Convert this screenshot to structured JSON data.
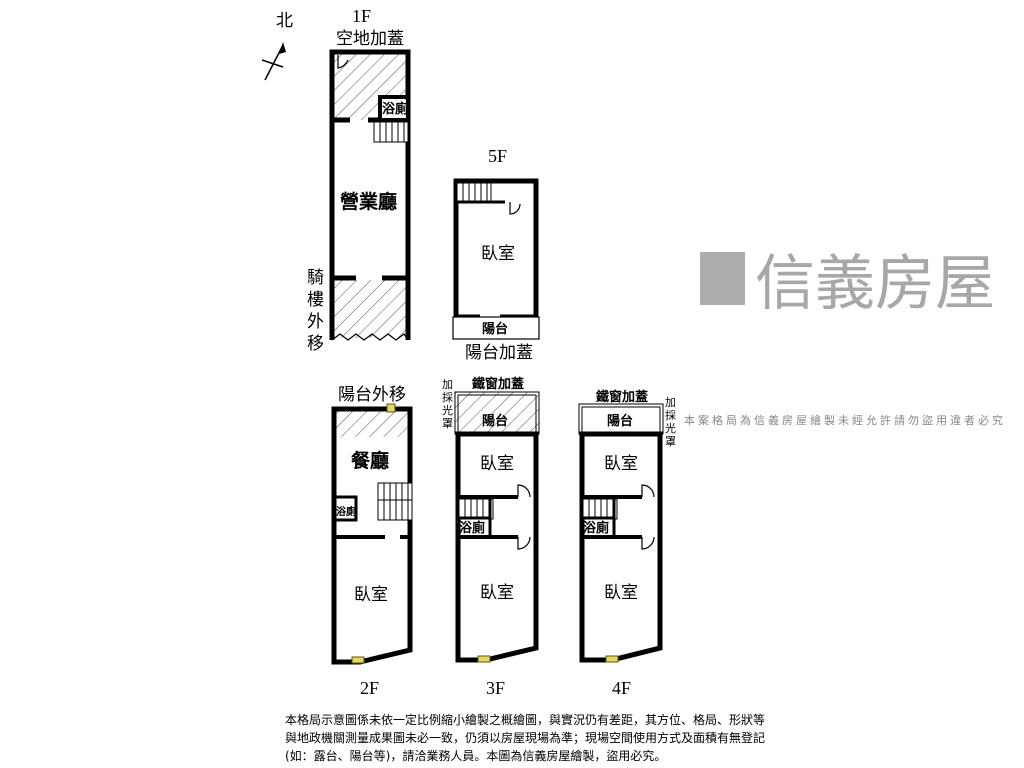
{
  "compass": {
    "north_label": "北"
  },
  "floors": {
    "f1": {
      "title": "1F",
      "top_note": "空地加蓋",
      "bath": "浴廁",
      "main_room": "營業廳",
      "side_note": [
        "騎",
        "樓",
        "外",
        "移"
      ]
    },
    "f5": {
      "title": "5F",
      "room": "臥室",
      "balcony": "陽台",
      "bottom_note": "陽台加蓋"
    },
    "f2": {
      "title": "2F",
      "top_note": "陽台外移",
      "dining": "餐廳",
      "bath": "浴廁",
      "room": "臥室"
    },
    "f3": {
      "title": "3F",
      "top_note": "鐵窗加蓋",
      "side_note": [
        "加",
        "採",
        "光",
        "罩"
      ],
      "balcony": "陽台",
      "room1": "臥室",
      "bath": "浴廁",
      "room2": "臥室"
    },
    "f4": {
      "title": "4F",
      "top_note": "鐵窗加蓋",
      "side_note": [
        "加",
        "採",
        "光",
        "罩"
      ],
      "balcony": "陽台",
      "room1": "臥室",
      "bath": "浴廁",
      "room2": "臥室"
    }
  },
  "watermark": {
    "brand": "信義房屋",
    "notice": "本案格局為信義房屋繪製未經允許請勿盜用違者必究"
  },
  "disclaimer": "本格局示意圖係未依一定比例縮小繪製之概繪圖，與實況仍有差距，其方位、格局、形狀等與地政機關測量成果圖未必一致，仍須以房屋現場為準；現場空間使用方式及面積有無登記(如：露台、陽台等)，請洽業務人員。本圖為信義房屋繪製，盜用必究。"
}
